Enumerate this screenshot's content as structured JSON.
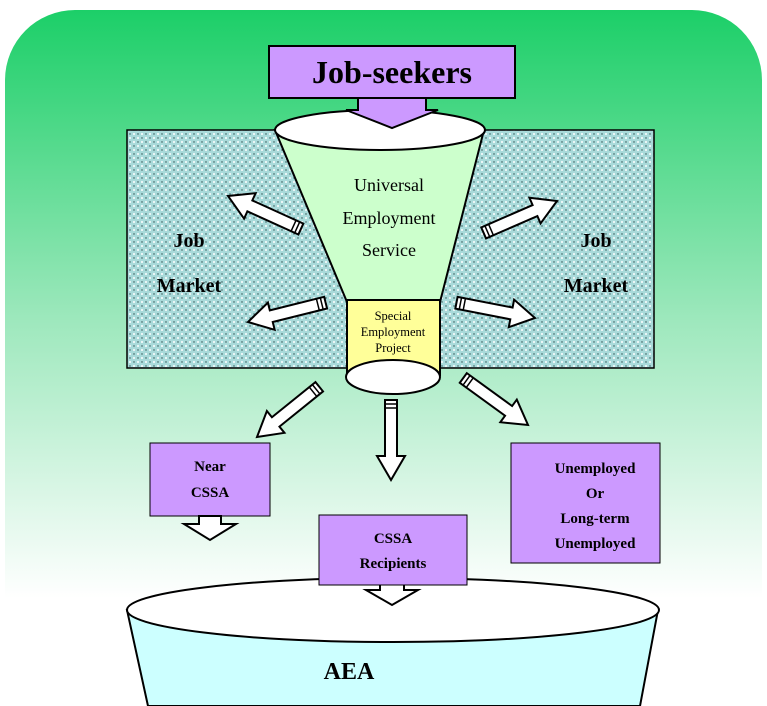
{
  "top": {
    "label": "Job-seekers"
  },
  "funnel": {
    "universal": [
      "Universal",
      "Employment",
      "Service"
    ],
    "special": [
      "Special",
      "Employment",
      "Project"
    ]
  },
  "job_market": {
    "left": [
      "Job",
      "Market"
    ],
    "right": [
      "Job",
      "Market"
    ]
  },
  "outcomes": {
    "near_cssa": [
      "Near",
      "CSSA"
    ],
    "cssa_recipients": [
      "CSSA",
      "Recipients"
    ],
    "unemployed": [
      "Unemployed",
      "Or",
      "Long-term",
      "Unemployed"
    ]
  },
  "bowl": {
    "label": "AEA"
  },
  "colors": {
    "gradient_top": "#1ccf68",
    "gradient_bottom": "#ffffff",
    "purple": "#cc99ff",
    "funnel_green": "#ccffcc",
    "special_yellow": "#ffff99",
    "bowl_cyan": "#ccffff",
    "market_teal": "#a9dada"
  }
}
